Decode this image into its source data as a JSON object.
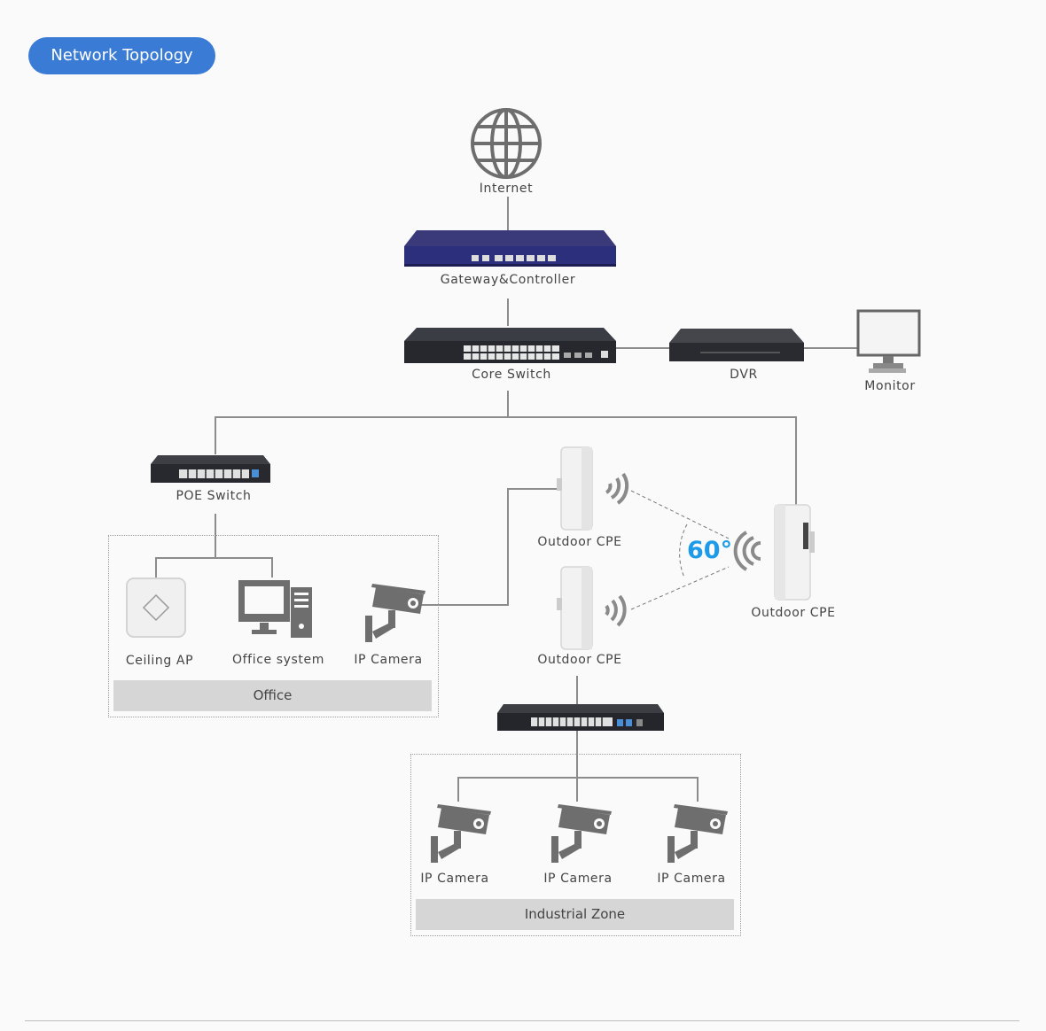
{
  "header": {
    "title": "Network Topology"
  },
  "nodes": {
    "internet": "Internet",
    "gateway": "Gateway&Controller",
    "core_switch": "Core Switch",
    "dvr": "DVR",
    "monitor": "Monitor",
    "poe_switch": "POE Switch",
    "cpe_top": "Outdoor CPE",
    "cpe_bottom": "Outdoor CPE",
    "cpe_right": "Outdoor CPE",
    "angle": "60°",
    "ceiling_ap": "Ceiling AP",
    "office_system": "Office system",
    "office_camera": "IP Camera",
    "ind_camera_1": "IP Camera",
    "ind_camera_2": "IP Camera",
    "ind_camera_3": "IP Camera"
  },
  "zones": {
    "office": "Office",
    "industrial": "Industrial Zone"
  },
  "colors": {
    "accent": "#3a7bd5",
    "angle": "#1e9be8",
    "line": "#8c8c8c"
  }
}
